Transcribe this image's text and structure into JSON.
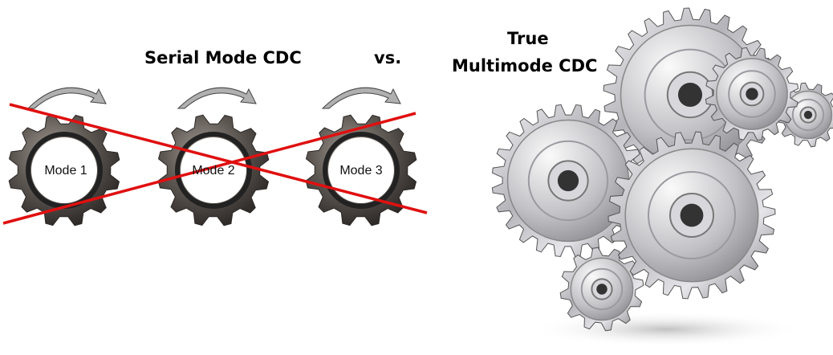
{
  "titles": {
    "serial": "Serial Mode CDC",
    "vs": "vs.",
    "true_line1": "True",
    "true_line2": "Multimode CDC"
  },
  "serial_gears": [
    {
      "label": "Mode 1"
    },
    {
      "label": "Mode 2"
    },
    {
      "label": "Mode 3"
    }
  ],
  "colors": {
    "cross_out": "#e01010",
    "dark_gear": "#5a5450",
    "steel_gear": "#c8c8cc",
    "arrow": "#a8a8a8"
  }
}
